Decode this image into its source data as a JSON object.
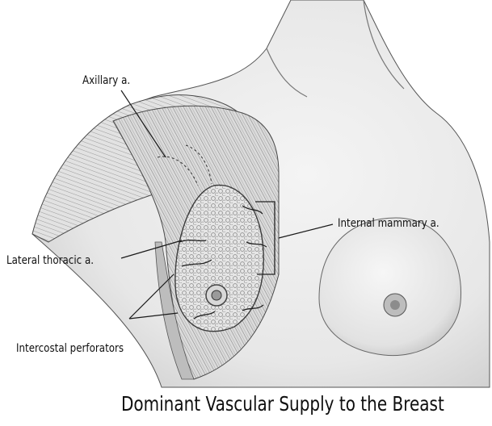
{
  "figure": {
    "labels": {
      "axillary": "Axillary a.",
      "lateral_thoracic": "Lateral thoracic a.",
      "intercostal": "Intercostal perforators",
      "internal_mammary": "Internal mammary a."
    },
    "caption": "Dominant Vascular Supply to the Breast"
  }
}
